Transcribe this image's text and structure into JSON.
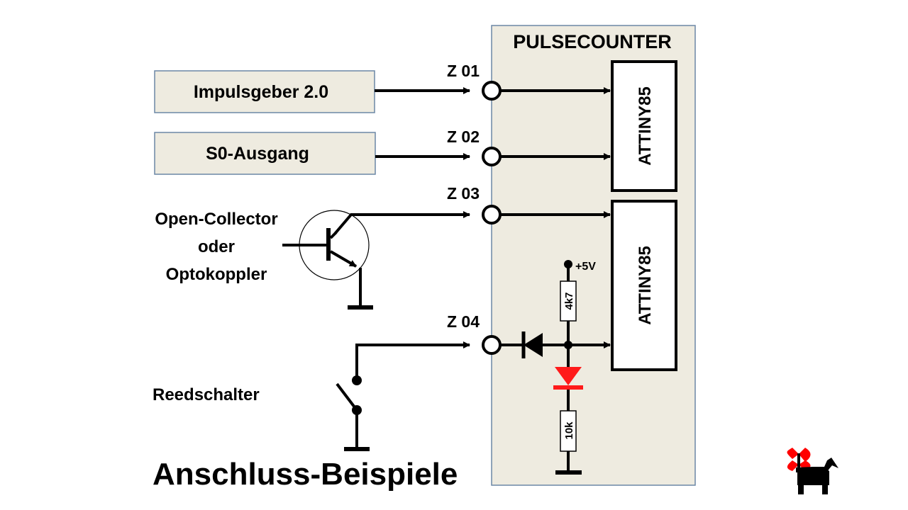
{
  "panel": {
    "title": "PULSECOUNTER"
  },
  "chips": [
    {
      "label": "ATTINY85"
    },
    {
      "label": "ATTINY85"
    }
  ],
  "terminals": [
    {
      "label": "Z 01"
    },
    {
      "label": "Z 02"
    },
    {
      "label": "Z 03"
    },
    {
      "label": "Z 04"
    }
  ],
  "sources": {
    "impulsgeber": "Impulsgeber 2.0",
    "s0": "S0-Ausgang",
    "open_collector": [
      "Open-Collector",
      "oder",
      "Optokoppler"
    ],
    "reed": "Reedschalter"
  },
  "components": {
    "supply": "+5V",
    "pullup": "4k7",
    "pulldown": "10k"
  },
  "footer": {
    "title": "Anschluss-Beispiele"
  },
  "colors": {
    "panel_fill": "#eeebe0",
    "panel_stroke": "#6c87a6",
    "led": "#ff1a1a",
    "logo_red": "#ff0000"
  },
  "logo": {
    "icon": "dog-with-antennas-logo"
  }
}
